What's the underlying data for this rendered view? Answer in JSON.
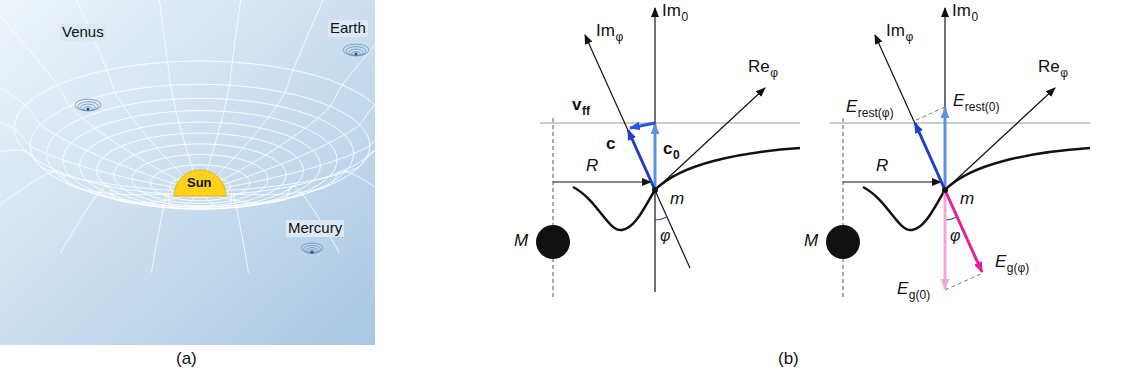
{
  "diagram": {
    "labels": [
      "Venus",
      "Earth",
      "Sun",
      "Mercury",
      "(a)",
      "Im",
      "φ",
      "Im",
      "0",
      "v",
      "ff",
      "c",
      "c",
      "0",
      "Re",
      "φ",
      "R",
      "m",
      "M",
      "φ",
      "Im",
      "φ",
      "Im",
      "0",
      "E",
      "rest(φ)",
      "E",
      "rest(0)",
      "Re",
      "φ",
      "R",
      "m",
      "M",
      "φ",
      "E",
      "g(φ)",
      "E",
      "g(0)",
      "(b)"
    ]
  }
}
